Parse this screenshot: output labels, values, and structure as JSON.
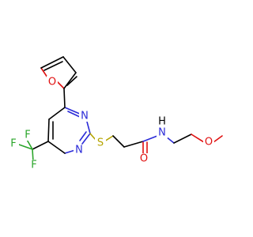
{
  "molecule": {
    "atoms": {
      "o_furan": "O",
      "n_top": "N",
      "n_bottom": "N",
      "s": "S",
      "f_top": "F",
      "f_left": "F",
      "f_bottom": "F",
      "o_carbonyl": "O",
      "n_amide": "N",
      "h_amide": "H",
      "o_methoxy": "O"
    },
    "element_colors": {
      "C": "#000000",
      "N": "#2b2bd8",
      "O": "#e01010",
      "S": "#b5a400",
      "F": "#2aa52a"
    }
  }
}
